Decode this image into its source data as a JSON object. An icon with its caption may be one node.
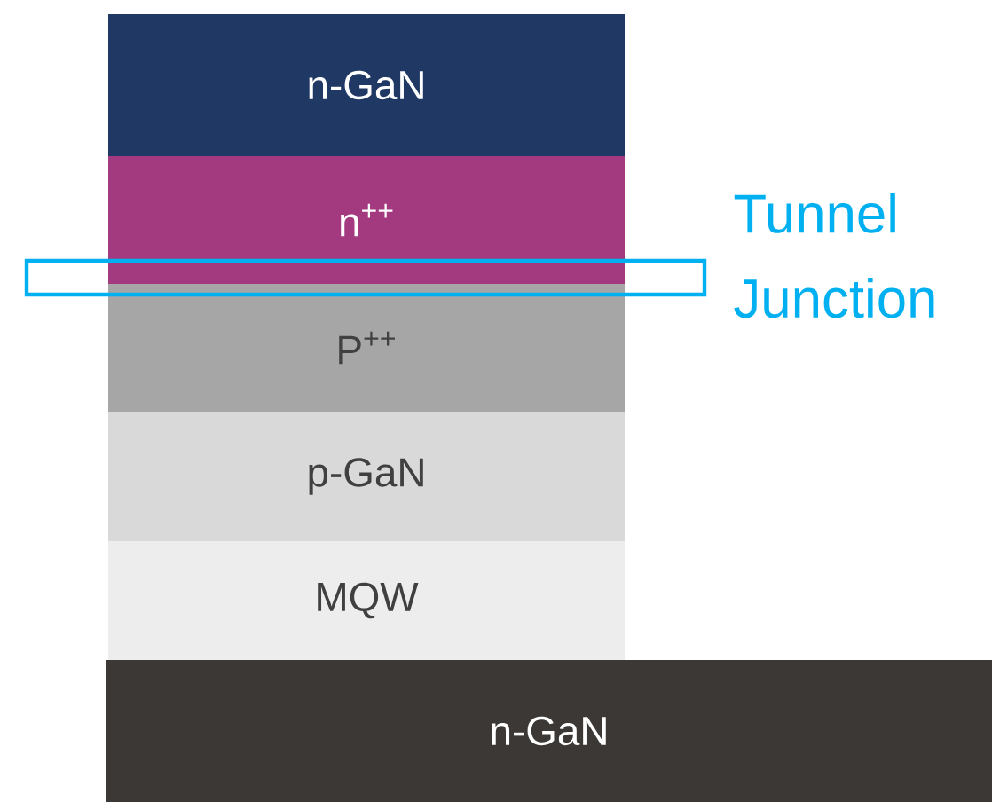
{
  "diagram": {
    "nodes": [
      {
        "text": [
          "n-GaN"
        ]
      },
      {
        "text": [
          "n$^{++}$"
        ]
      },
      {
        "text": [
          "Tunnel Junction"
        ]
      },
      {
        "text": [
          "P$^{++}$"
        ]
      },
      {
        "text": [
          "p-GaN"
        ]
      },
      {
        "text": [
          "MQW"
        ]
      },
      {
        "text": [
          "n-GaN"
        ]
      }
    ]
  }
}
